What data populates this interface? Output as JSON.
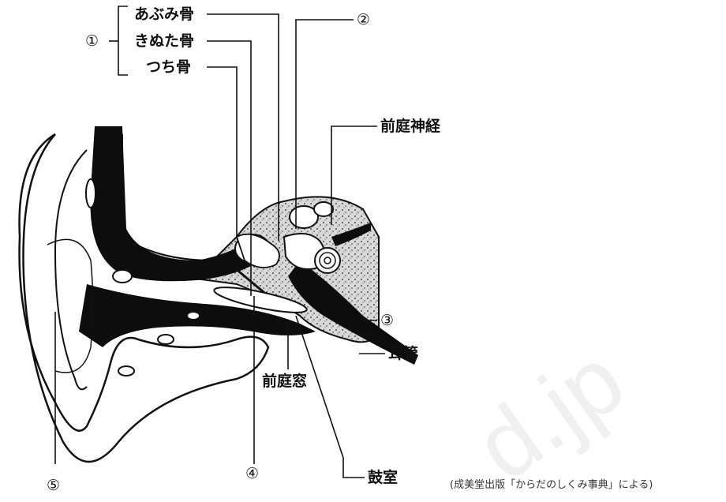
{
  "labels": {
    "group_marker": "①",
    "stapes": "あぶみ骨",
    "incus": "きぬた骨",
    "malleus": "つち骨",
    "label2": "②",
    "vestibular_nerve": "前庭神経",
    "label3": "③",
    "eustachian_tube": "耳管",
    "oval_window": "前庭窓",
    "label4": "④",
    "label5": "⑤",
    "tympanic_cavity": "鼓室"
  },
  "source_note": "(成美堂出版「からだのしくみ事典」による)",
  "watermark": "d.jp"
}
